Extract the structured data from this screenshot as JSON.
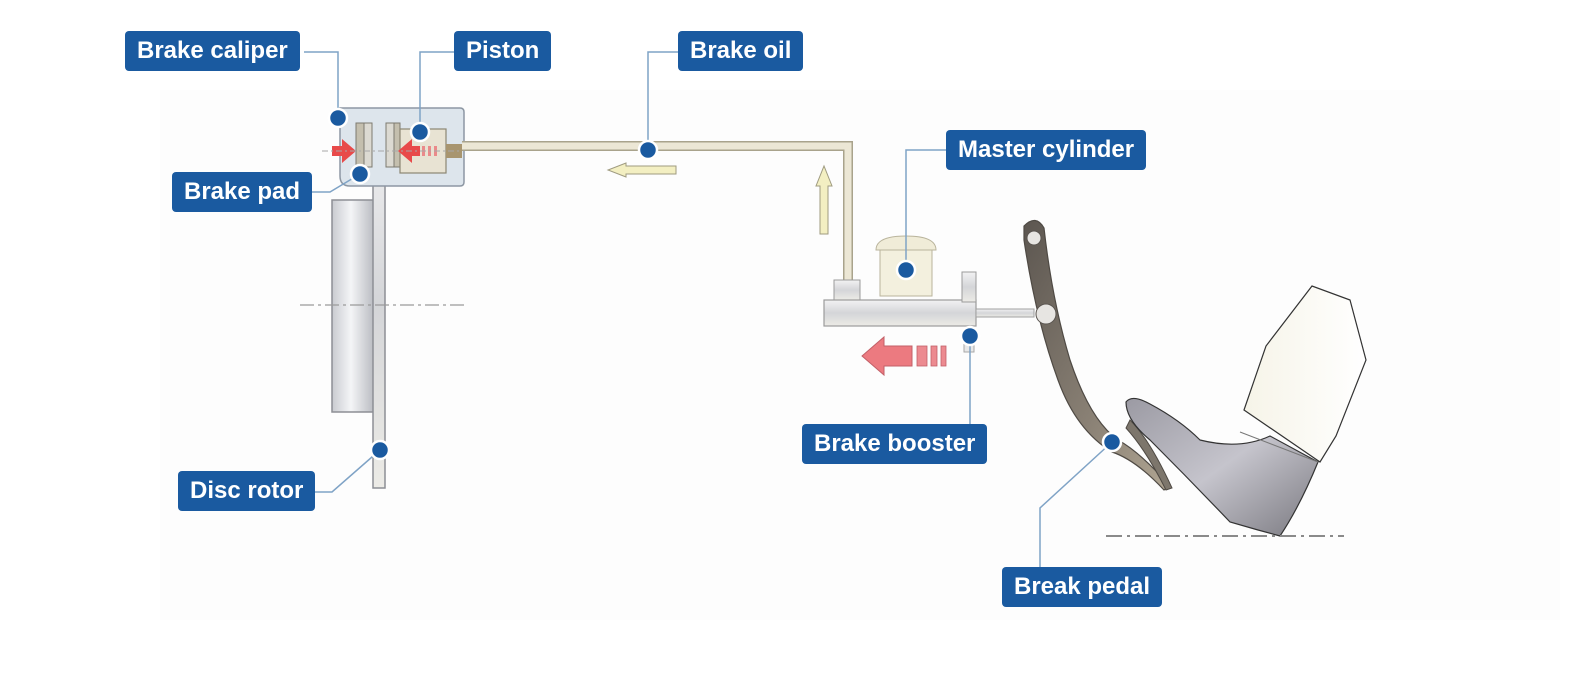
{
  "title": "Hydraulic brake system diagram",
  "colors": {
    "label_bg": "#1a5aa0",
    "label_text": "#ffffff",
    "leader_line": "#7fa3c6",
    "marker_dot": "#1a5aa0",
    "pressure_arrow": "#e8606a",
    "fluid_arrow": "#f3efc2",
    "brake_line": "#e7e1cd"
  },
  "labels": {
    "brake_caliper": "Brake caliper",
    "piston": "Piston",
    "brake_oil": "Brake oil",
    "master_cylinder": "Master cylinder",
    "brake_pad": "Brake pad",
    "disc_rotor": "Disc rotor",
    "brake_booster": "Brake booster",
    "break_pedal": "Break pedal"
  }
}
